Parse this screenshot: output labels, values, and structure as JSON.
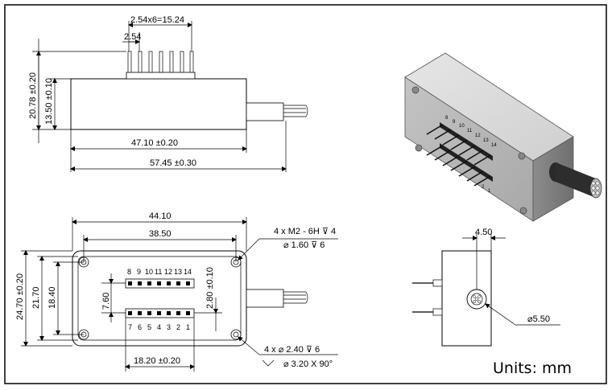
{
  "units_label": "Units: mm",
  "side_view": {
    "pitch_total": "2.54x6=15.24",
    "pitch": "2.54",
    "height_total": "20.78 ±0.20",
    "height_body": "13.50 ±0.10",
    "length_body": "47.10 ±0.20",
    "length_total": "57.45 ±0.30"
  },
  "top_view": {
    "width_outer": "44.10",
    "width_holes": "38.50",
    "height_outer": "24.70 ±0.20",
    "height_inner": "21.70",
    "height_holes": "18.40",
    "row_spacing": "7.60",
    "row_offset": "2.80 ±0.10",
    "pin_span": "18.20 ±0.20",
    "pins_top": [
      "8",
      "9",
      "10",
      "11",
      "12",
      "13",
      "14"
    ],
    "pins_bottom": [
      "7",
      "6",
      "5",
      "4",
      "3",
      "2",
      "1"
    ],
    "note_thread_line1": "4 x  M2 - 6H ⊽ 4",
    "note_thread_line2": "⌀  1.60 ⊽ 6",
    "note_hole_line1": "4 x  ⌀  2.40 ⊽ 6",
    "note_hole_line2": "⌀  3.20 X 90°"
  },
  "end_view": {
    "offset": "4.50",
    "diameter": "⌀5.50"
  }
}
